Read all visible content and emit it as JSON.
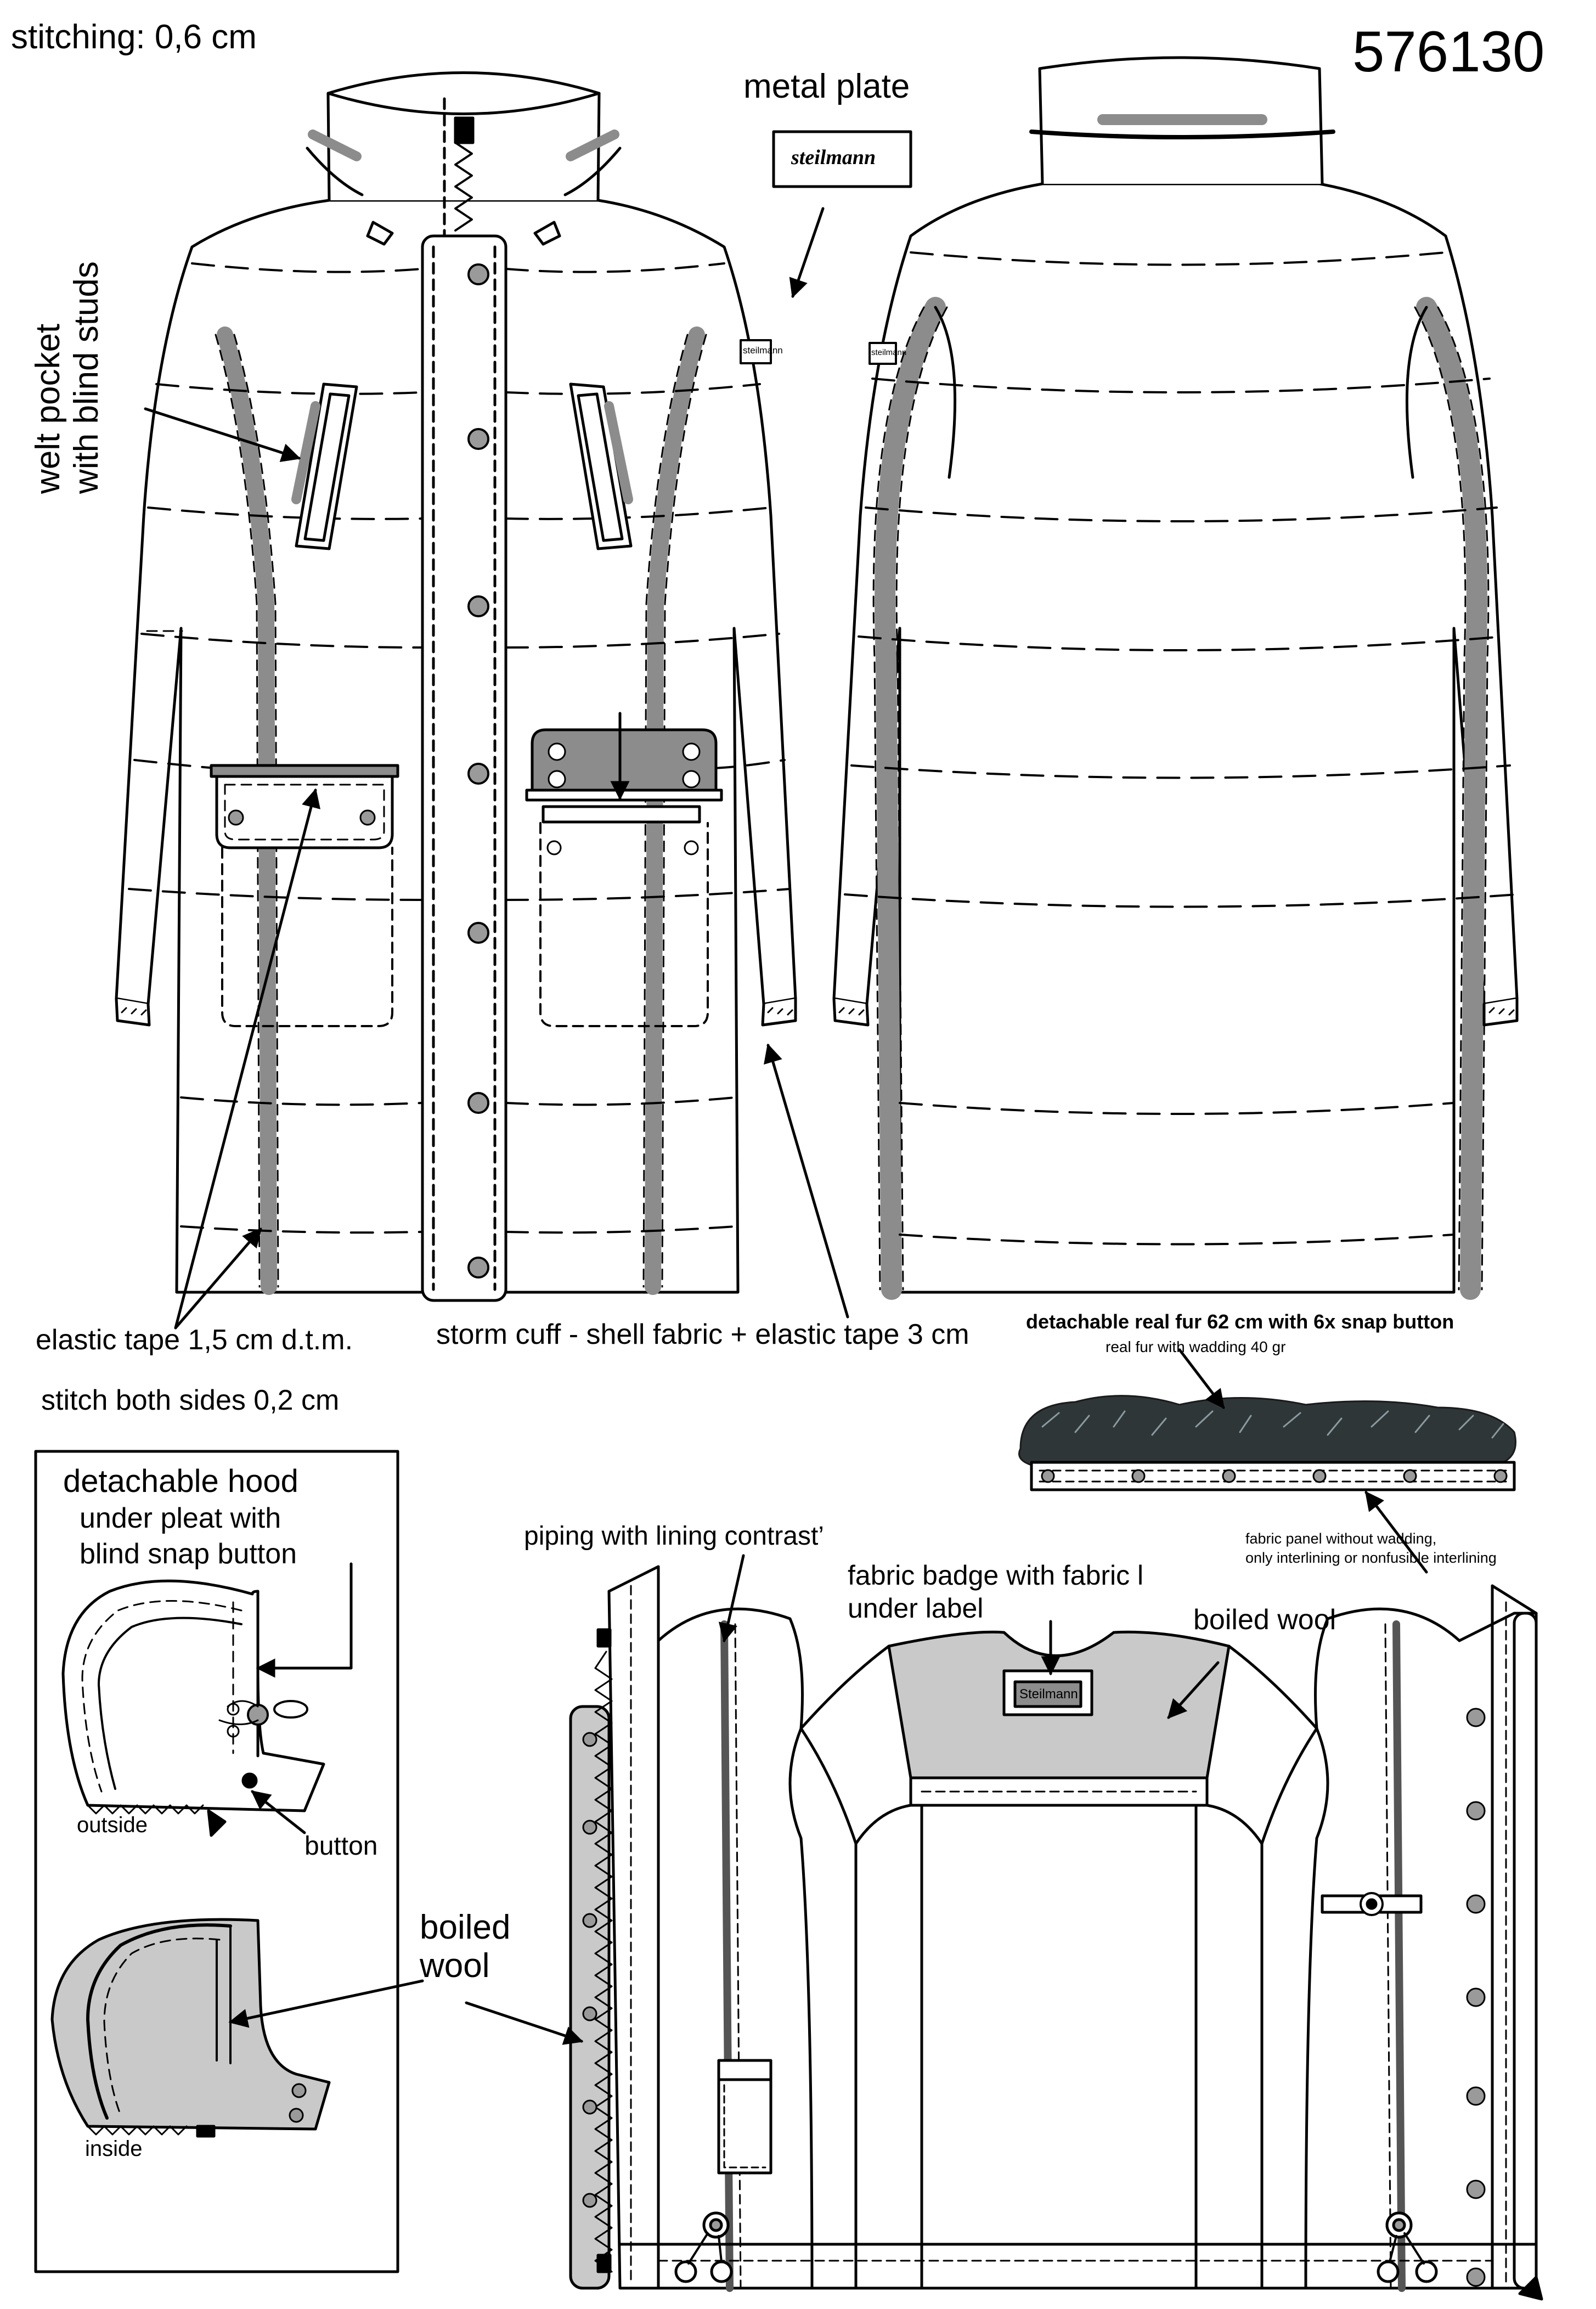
{
  "style_number": "576130",
  "labels": {
    "stitching": "stitching: 0,6 cm",
    "metal_plate": "metal plate",
    "welt_pocket_line1": "welt pocket",
    "welt_pocket_line2": "with blind studs",
    "elastic_tape": "elastic tape 1,5 cm d.t.m.",
    "storm_cuff": "storm cuff - shell fabric + elastic tape 3 cm",
    "stitch_both_sides": "stitch both sides 0,2 cm",
    "fur_title": "detachable real fur 62 cm with 6x snap button",
    "fur_sub": "real fur with wadding 40 gr",
    "fabric_panel_line1": "fabric panel without wadding,",
    "fabric_panel_line2": "only interlining or nonfusible interlining",
    "piping": "piping with lining contrast’",
    "badge_line1": "fabric badge with fabric l",
    "badge_line2": "under label",
    "boiled_wool_lining": "boiled wool",
    "hood_title": "detachable hood",
    "hood_pleat_line1": "under pleat with",
    "hood_pleat_line2": "blind snap button",
    "outside": "outside",
    "button": "button",
    "boiled_wool_left_line1": "boiled",
    "boiled_wool_left_line2": "wool",
    "inside": "inside"
  },
  "brand": {
    "plate_text": "steilmann",
    "sleeve_tag_text": "steilmann",
    "badge_text": "Steilmann"
  },
  "colors": {
    "tape_gray": "#8c8c8c",
    "wool_gray": "#c9c9c9",
    "snap_gray": "#9a9a9a",
    "outline": "#000000",
    "background": "#ffffff"
  }
}
